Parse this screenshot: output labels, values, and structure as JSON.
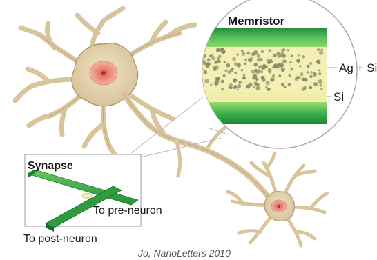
{
  "memristor": {
    "title": "Memristor",
    "layer_materials": [
      "Ag + Si",
      "Si"
    ]
  },
  "synapse": {
    "title": "Synapse",
    "pre_label": "To pre-neuron",
    "post_label": "To post-neuron"
  },
  "citation": "Jo, NanoLetters 2010",
  "colors": {
    "neuron_body": "#e0cfa7",
    "neuron_outline": "#a8926a",
    "nucleus": "#e5978c",
    "electrode_green": "#2ca143",
    "silicon_layer": "#f1edaa",
    "silver_particles": "#8a8a6a"
  }
}
